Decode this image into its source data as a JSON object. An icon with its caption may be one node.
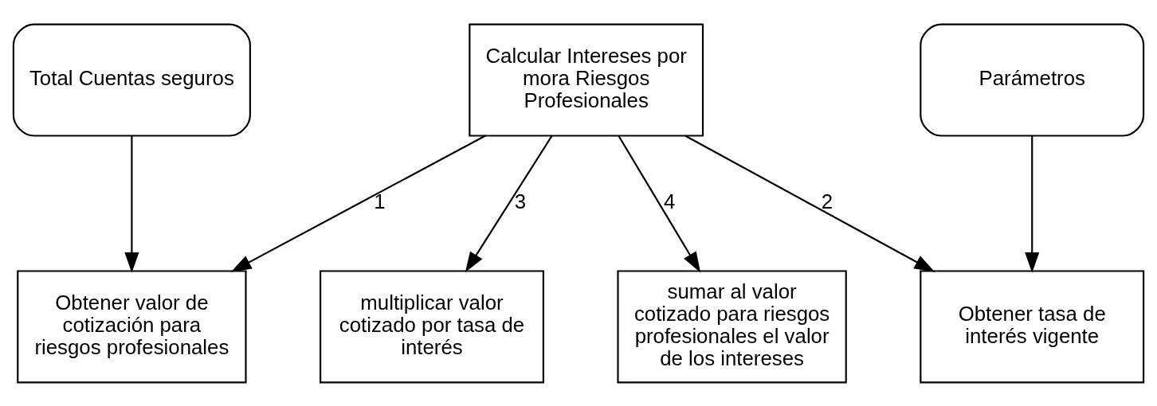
{
  "diagram": {
    "nodes": [
      {
        "text": [
          "Calcular Intereses por mora Riesgos Profesionales"
        ]
      },
      {
        "text": [
          "Obtener valor de cotización para riesgos profesionales"
        ]
      },
      {
        "text": [
          "Obtener tasa de interés vigente"
        ]
      },
      {
        "text": [
          "multiplicar valor cotizado por tasa de interés"
        ]
      },
      {
        "text": [
          "sumar al valor cotizado para riesgos profesionales el valor de los intereses"
        ]
      },
      {
        "text": [
          "Total Cuentas seguros"
        ]
      },
      {
        "text": [
          "Parámetros"
        ]
      }
    ],
    "edges": [
      {
        "from": 0,
        "to": 1,
        "arrow": "to",
        "label": "1"
      },
      {
        "from": 0,
        "to": 2,
        "arrow": "to",
        "label": "2"
      },
      {
        "from": 0,
        "to": 3,
        "arrow": "to",
        "label": "3"
      },
      {
        "from": 0,
        "to": 4,
        "arrow": "to",
        "label": "4"
      },
      {
        "from": 5,
        "to": 1,
        "arrow": "to"
      },
      {
        "from": 6,
        "to": 2,
        "arrow": "to"
      }
    ]
  }
}
